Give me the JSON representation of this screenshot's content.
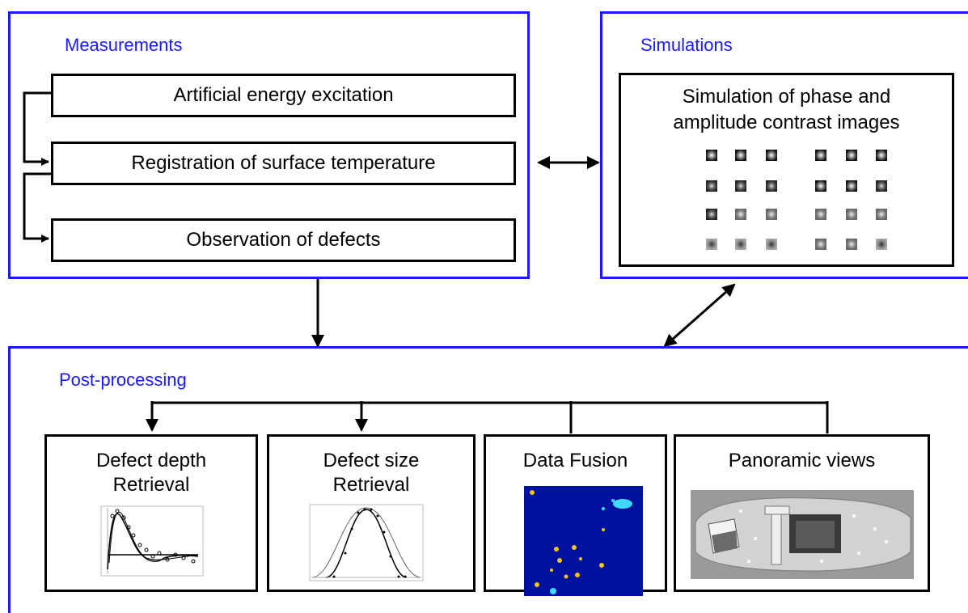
{
  "measurements": {
    "title": "Measurements",
    "steps": [
      "Artificial energy excitation",
      "Registration of surface temperature",
      "Observation of defects"
    ]
  },
  "simulations": {
    "title": "Simulations",
    "box_line1": "Simulation of phase and",
    "box_line2": "amplitude contrast images"
  },
  "postprocessing": {
    "title": "Post-processing",
    "boxes": [
      {
        "line1": "Defect depth",
        "line2": "Retrieval"
      },
      {
        "line1": "Defect size",
        "line2": "Retrieval"
      },
      {
        "line1": "Data Fusion"
      },
      {
        "line1": "Panoramic views"
      }
    ]
  }
}
